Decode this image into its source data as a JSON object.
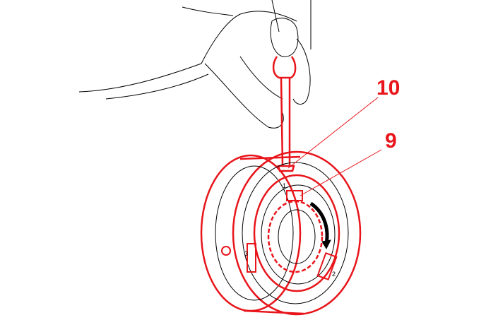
{
  "callouts": {
    "label_10": "10",
    "label_9": "9"
  },
  "ring_marks": {
    "mark_1": "1",
    "mark_2": "2",
    "mark_3": "3"
  },
  "colors": {
    "highlight": "#e8151b",
    "line": "#000000"
  }
}
